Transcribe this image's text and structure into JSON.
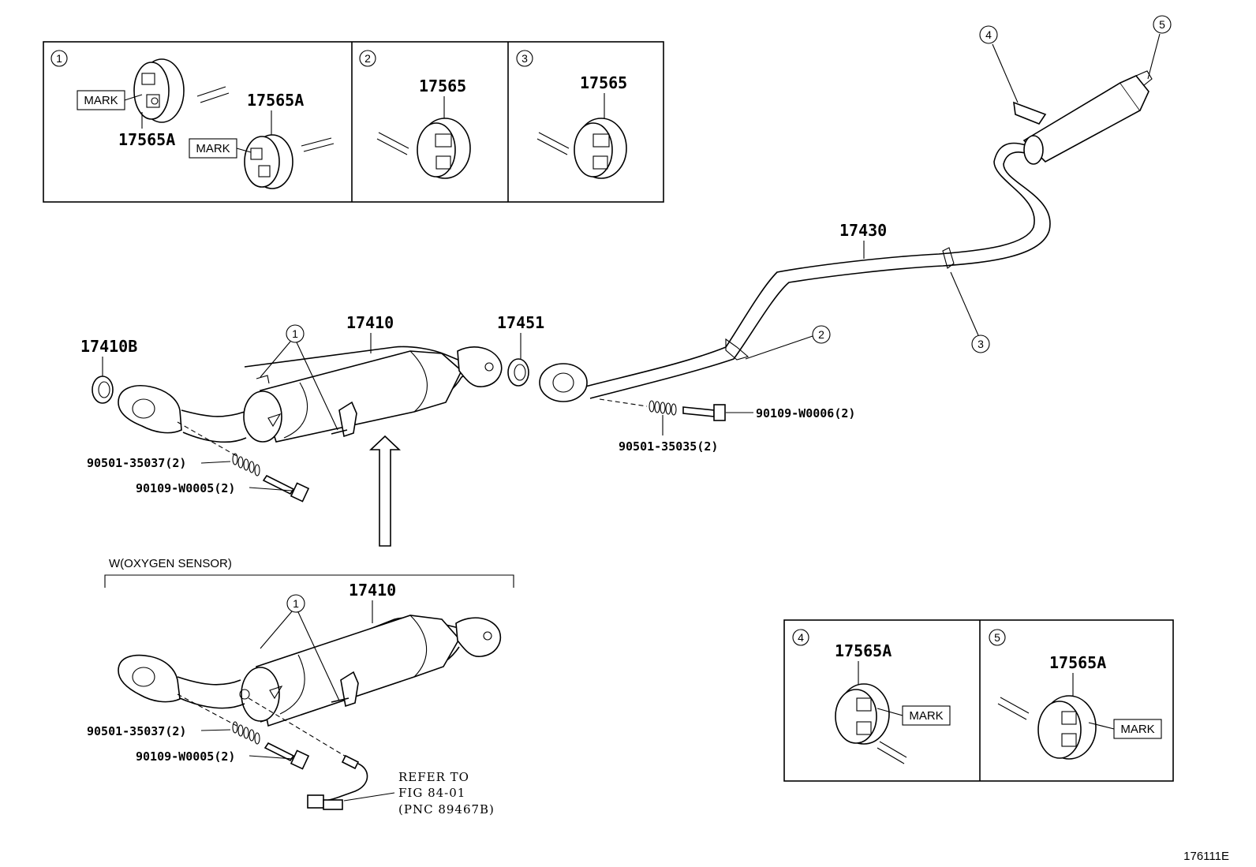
{
  "callouts": [
    "1",
    "2",
    "3",
    "4",
    "5"
  ],
  "parts": {
    "p17565A": "17565A",
    "p17565": "17565",
    "p17430": "17430",
    "p17410": "17410",
    "p17410B": "17410B",
    "p17451": "17451",
    "b90109_W0006": "90109-W0006(2)",
    "g90501_35035": "90501-35035(2)",
    "g90501_35037": "90501-35037(2)",
    "b90109_W0005": "90109-W0005(2)"
  },
  "mark_label": "MARK",
  "variant_label": "W(OXYGEN SENSOR)",
  "refer": {
    "line1": "REFER TO",
    "line2": "FIG 84-01",
    "line3": "(PNC 89467B)"
  },
  "figure_id": "176111E"
}
